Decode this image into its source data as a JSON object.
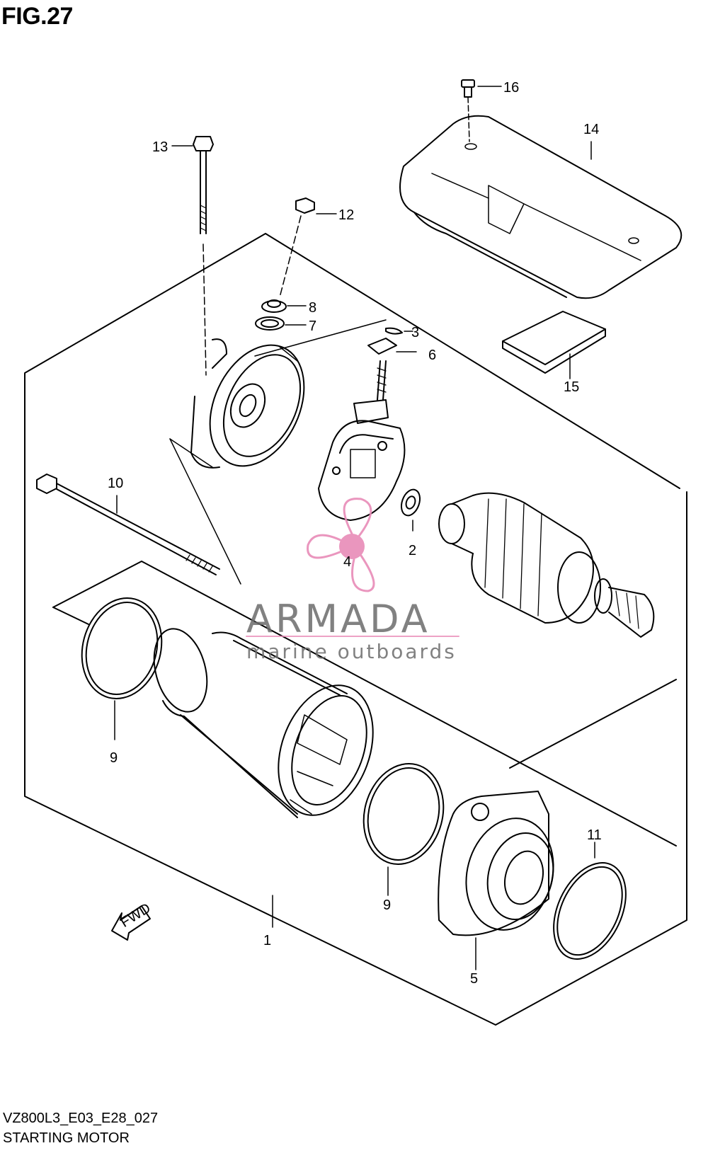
{
  "figure": {
    "title": "FIG.27"
  },
  "callouts": {
    "c1": "1",
    "c2": "2",
    "c3": "3",
    "c4": "4",
    "c5": "5",
    "c6": "6",
    "c7": "7",
    "c8": "8",
    "c9a": "9",
    "c9b": "9",
    "c10": "10",
    "c11": "11",
    "c12": "12",
    "c13": "13",
    "c14": "14",
    "c15": "15",
    "c16": "16"
  },
  "fwd_arrow": {
    "label": "FWD"
  },
  "watermark": {
    "brand": "ARMADA",
    "tagline": "marine outboards",
    "accent_color": "#e88bb7"
  },
  "footer": {
    "code": "VZ800L3_E03_E28_027",
    "caption": "STARTING MOTOR"
  },
  "colors": {
    "line": "#000000",
    "watermark_gray": "#6c6c6c"
  }
}
